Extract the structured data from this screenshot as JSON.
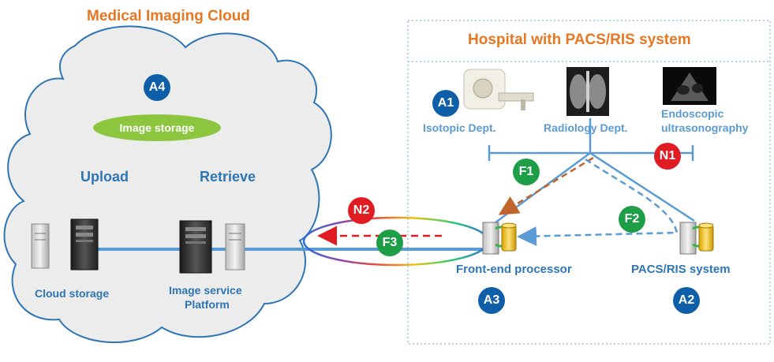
{
  "cloud": {
    "title": "Medical Imaging Cloud",
    "badge": "A4",
    "storage_label": "Image storage",
    "upload_label": "Upload",
    "retrieve_label": "Retrieve",
    "cloud_storage_label": "Cloud storage",
    "platform_label_1": "Image service",
    "platform_label_2": "Platform"
  },
  "hospital": {
    "title": "Hospital with PACS/RIS system",
    "isotopic_badge": "A1",
    "isotopic_label": "Isotopic Dept.",
    "radiology_label": "Radiology Dept.",
    "endoscopic_label_1": "Endoscopic",
    "endoscopic_label_2": "ultrasonography",
    "frontend_label": "Front-end processor",
    "frontend_badge": "A3",
    "pacs_label": "PACS/RIS system",
    "pacs_badge": "A2"
  },
  "links": {
    "n1": "N1",
    "n2": "N2",
    "f1": "F1",
    "f2": "F2",
    "f3": "F3"
  },
  "colors": {
    "title_orange": "#e87722",
    "label_blue": "#2e75b6",
    "light_blue": "#5b9bd5",
    "badge_blue": "#0f5fa8",
    "badge_green": "#1f9e48",
    "badge_red": "#e01b22",
    "storage_green": "#8cc63f",
    "arrow_orange": "#c0652b",
    "arrow_red": "#e01b22"
  }
}
